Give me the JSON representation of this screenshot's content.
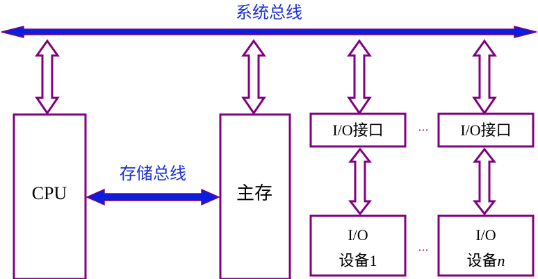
{
  "diagram": {
    "system_bus_label": "系统总线",
    "memory_bus_label": "存储总线",
    "cpu_label": "CPU",
    "main_memory_label": "主存",
    "io_interfaces": [
      {
        "label": "I/O接口"
      },
      {
        "label": "I/O接口"
      }
    ],
    "io_devices": [
      {
        "line1": "I/O",
        "line2_cn": "设备",
        "line2_suffix": "1",
        "suffix_italic": false
      },
      {
        "line1": "I/O",
        "line2_cn": "设备",
        "line2_suffix": "n",
        "suffix_italic": true
      }
    ],
    "ellipsis": "···",
    "colors": {
      "bus_fill": "#0a1ee0",
      "outline": "#800080",
      "label_blue": "#1a2fd8",
      "text": "#000000"
    }
  }
}
